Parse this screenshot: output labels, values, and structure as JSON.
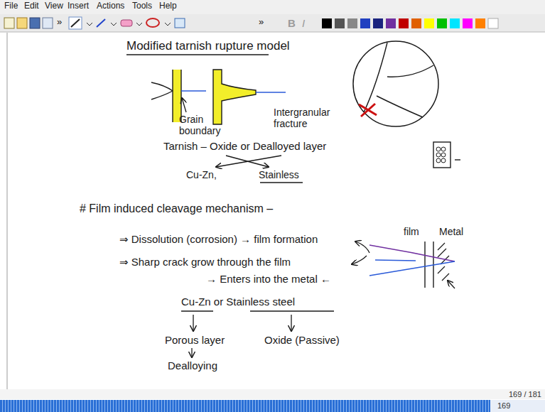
{
  "diagram": {
    "title": "Modified tarnish rupture model",
    "labels": [
      "File",
      "Edit",
      "View",
      "Insert",
      "Actions",
      "Tools",
      "Help",
      "»",
      "»",
      "B",
      "I",
      "Grain boundary",
      "Intergranular fracture",
      "Tarnish – Oxide or Dealloyed layer",
      "Cu-Zn,",
      "Stainless",
      "# Film induced cleavage mechanism –",
      "⇒ Dissolution (corrosion) → film formation",
      "⇒ Sharp crack grow through the film",
      "→ Enters into the metal ←",
      "film",
      "Metal",
      "Cu-Zn or Stainless steel",
      "Porous layer",
      "Oxide (Passive)",
      "Dealloying",
      "169 / 181",
      "169"
    ]
  }
}
